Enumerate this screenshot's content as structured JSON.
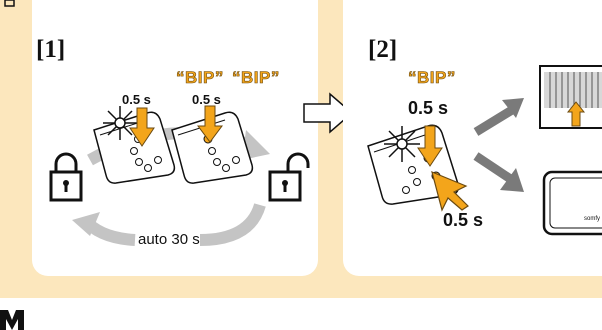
{
  "step1": {
    "label": "[1]",
    "bip_labels": [
      "“BIP”",
      "“BIP”"
    ],
    "times": [
      "0.5 s",
      "0.5 s"
    ],
    "auto_label": "auto 30 s"
  },
  "step2": {
    "label": "[2]",
    "bip_label": "“BIP”",
    "times": [
      "0.5 s",
      "0.5 s"
    ]
  },
  "colors": {
    "accent_orange": "#f3a51b",
    "band": "#fce7bd",
    "arrow_gray": "#7a7a7a"
  },
  "icons": [
    "remote-icon",
    "lock-closed-icon",
    "lock-open-icon",
    "shutter-icon",
    "gateway-icon",
    "finger-press-icon"
  ]
}
